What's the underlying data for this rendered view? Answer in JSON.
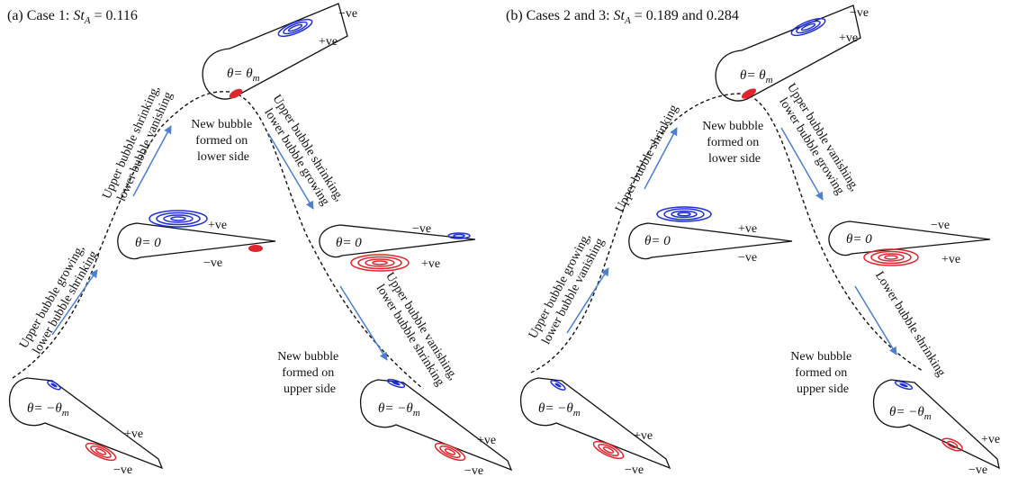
{
  "panels": [
    {
      "title_prefix": "(a) Case 1: ",
      "title_math": "St",
      "title_sub": "A",
      "title_suffix": " = 0.116",
      "airfoils": [
        {
          "theta": "θ= θ",
          "theta_sub": "m",
          "plus": "+ve",
          "minus": "−ve"
        },
        {
          "theta": "θ= 0",
          "plus": "+ve",
          "minus": "−ve"
        },
        {
          "theta": "θ= 0",
          "plus": "+ve",
          "minus": "−ve"
        },
        {
          "theta": "θ= −θ",
          "theta_sub": "m",
          "plus": "+ve",
          "minus": "−ve"
        },
        {
          "theta": "θ= −θ",
          "theta_sub": "m",
          "plus": "+ve",
          "minus": "−ve"
        }
      ],
      "arrow_labels": [
        [
          "Upper bubble growing,",
          "lower bubble shrinking"
        ],
        [
          "Upper bubble shrinking,",
          "lower bubble vanishing"
        ],
        [
          "Upper bubble shrinking,",
          "lower bubble growing"
        ],
        [
          "Upper bubble vanishing,",
          "lower bubble shrinking"
        ]
      ],
      "notes": [
        [
          "New bubble",
          "formed on",
          "lower side"
        ],
        [
          "New bubble",
          "formed on",
          "upper side"
        ]
      ]
    },
    {
      "title_prefix": "(b) Cases 2 and 3: ",
      "title_math": "St",
      "title_sub": "A",
      "title_suffix": " = 0.189 and 0.284",
      "airfoils": [
        {
          "theta": "θ= θ",
          "theta_sub": "m",
          "plus": "+ve",
          "minus": "−ve"
        },
        {
          "theta": "θ= 0",
          "plus": "+ve",
          "minus": "−ve"
        },
        {
          "theta": "θ= 0",
          "plus": "+ve",
          "minus": "−ve"
        },
        {
          "theta": "θ= −θ",
          "theta_sub": "m",
          "plus": "+ve",
          "minus": "−ve"
        },
        {
          "theta": "θ= −θ",
          "theta_sub": "m",
          "plus": "+ve",
          "minus": "−ve"
        }
      ],
      "arrow_labels": [
        [
          "Upper bubble growing,",
          "lower bubble vanishing"
        ],
        [
          "Upper bubble shrinking"
        ],
        [
          "Upper bubble vanishing,",
          "lower bubble growing"
        ],
        [
          "Lower bubble shrinking"
        ]
      ],
      "notes": [
        [
          "New bubble",
          "formed on",
          "lower side"
        ],
        [
          "New bubble",
          "formed on",
          "upper side"
        ]
      ]
    }
  ],
  "colors": {
    "upper_bubble": "#1f2fd6",
    "lower_bubble": "#e0262c",
    "arrow": "#4a7fd1",
    "line": "#111111"
  }
}
